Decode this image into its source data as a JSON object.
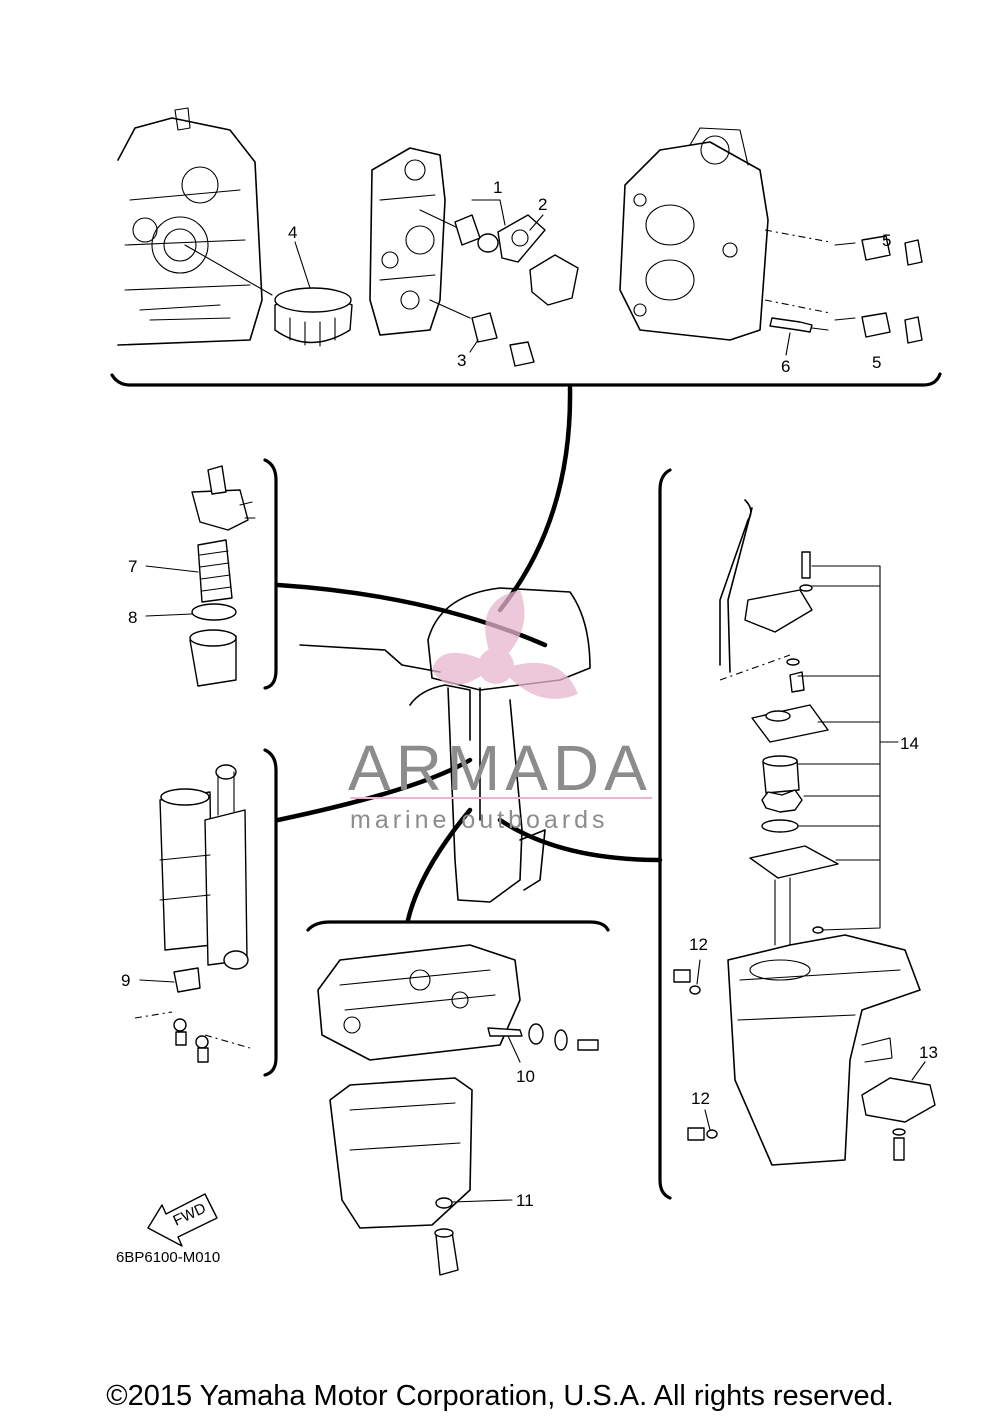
{
  "callouts": {
    "n1": "1",
    "n2": "2",
    "n3": "3",
    "n4": "4",
    "n5a": "5",
    "n5b": "5",
    "n6": "6",
    "n7": "7",
    "n8": "8",
    "n9": "9",
    "n10": "10",
    "n11": "11",
    "n12a": "12",
    "n12b": "12",
    "n13": "13",
    "n14": "14"
  },
  "diagram_code": "6BP6100-M010",
  "fwd_label": "FWD",
  "watermark": {
    "brand": "ARMADA",
    "tagline": "marine outboards",
    "color": "#e7b6cf"
  },
  "copyright": "©2015 Yamaha Motor Corporation, U.S.A. All rights reserved."
}
